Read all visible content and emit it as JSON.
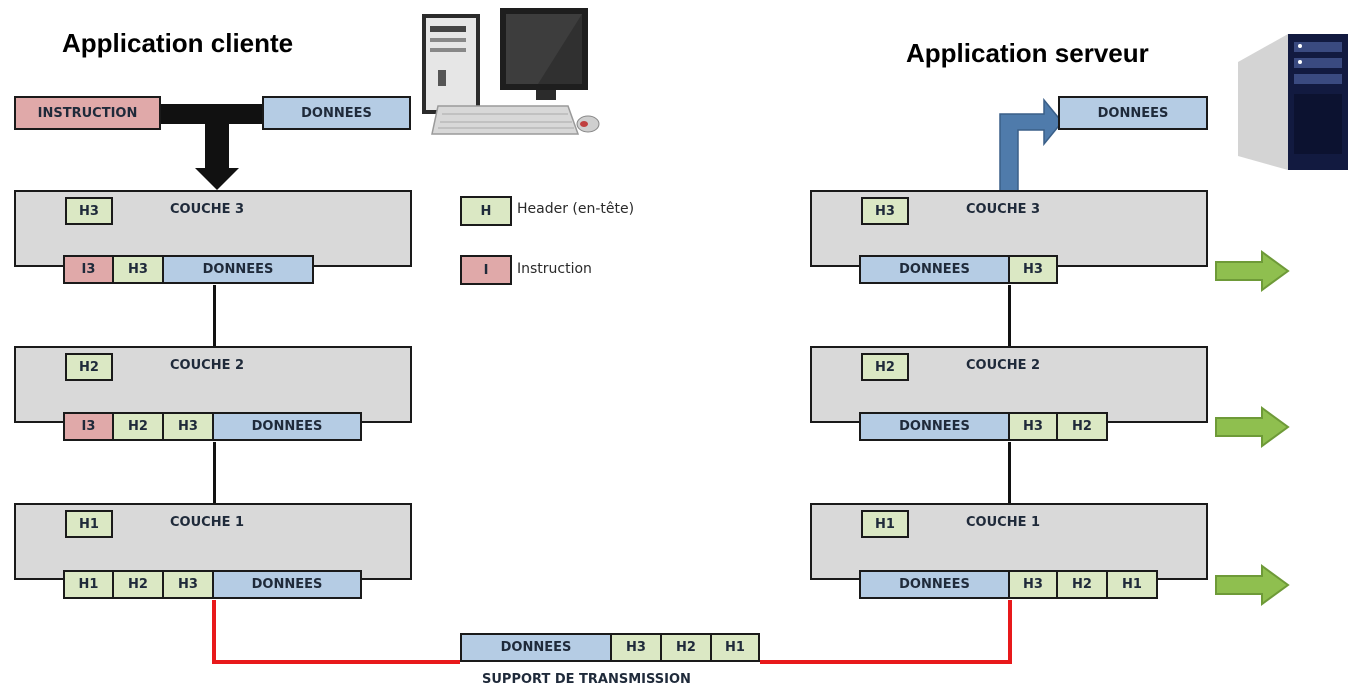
{
  "titles": {
    "client": "Application cliente",
    "server": "Application serveur"
  },
  "client_input": {
    "instruction": "INSTRUCTION",
    "data": "DONNEES"
  },
  "legend": [
    {
      "key": "H",
      "text": "Header (en-tête)"
    },
    {
      "key": "I",
      "text": "Instruction"
    }
  ],
  "client_layers": [
    {
      "header": "H3",
      "title": "COUCHE 3",
      "packet": [
        "I3",
        "H3",
        "DONNEES"
      ]
    },
    {
      "header": "H2",
      "title": "COUCHE 2",
      "packet": [
        "I3",
        "H2",
        "H3",
        "DONNEES"
      ]
    },
    {
      "header": "H1",
      "title": "COUCHE 1",
      "packet": [
        "H1",
        "H2",
        "H3",
        "DONNEES"
      ]
    }
  ],
  "server_layers": [
    {
      "header": "H3",
      "title": "COUCHE 3",
      "packet": [
        "DONNEES",
        "H3"
      ]
    },
    {
      "header": "H2",
      "title": "COUCHE 2",
      "packet": [
        "DONNEES",
        "H3",
        "H2"
      ]
    },
    {
      "header": "H1",
      "title": "COUCHE 1",
      "packet": [
        "DONNEES",
        "H3",
        "H2",
        "H1"
      ]
    }
  ],
  "server_output": {
    "data": "DONNEES"
  },
  "transmission": {
    "packet": [
      "DONNEES",
      "H3",
      "H2",
      "H1"
    ],
    "label": "SUPPORT DE TRANSMISSION"
  },
  "colors": {
    "header": "#dbe8c4",
    "instruction": "#e0a9a9",
    "data": "#b5cce4",
    "layer": "#d9d9d9",
    "wire": "#e8191b",
    "forward_arrow": "#8fbf4f",
    "up_arrow": "#4f7bab"
  },
  "icons": {
    "client": "desktop-computer-icon",
    "server": "server-tower-icon"
  }
}
